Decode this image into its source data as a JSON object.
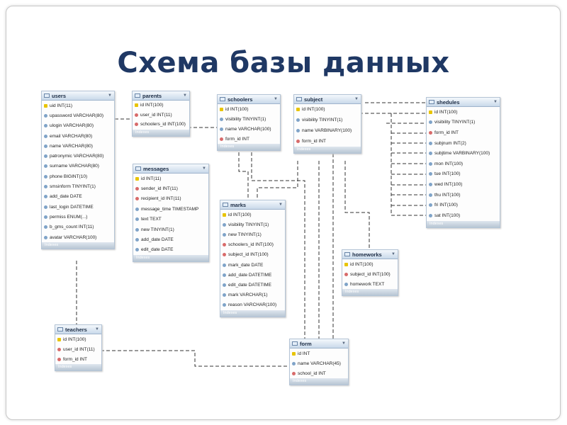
{
  "slide": {
    "title": "Схема базы данных"
  },
  "tables": {
    "users": {
      "name": "users",
      "indexes": "Indexes",
      "fields": [
        {
          "text": "uid INT(11)",
          "icon": "key-icon"
        },
        {
          "text": "upassword VARCHAR(80)",
          "icon": "column-icon"
        },
        {
          "text": "ulogin VARCHAR(80)",
          "icon": "column-icon"
        },
        {
          "text": "email VARCHAR(80)",
          "icon": "column-icon"
        },
        {
          "text": "name VARCHAR(80)",
          "icon": "column-icon"
        },
        {
          "text": "patronymic VARCHAR(80)",
          "icon": "column-icon"
        },
        {
          "text": "surname VARCHAR(80)",
          "icon": "column-icon"
        },
        {
          "text": "phone BIGINT(10)",
          "icon": "column-icon"
        },
        {
          "text": "smsinform TINYINT(1)",
          "icon": "column-icon"
        },
        {
          "text": "add_date DATE",
          "icon": "column-icon"
        },
        {
          "text": "last_login DATETIME",
          "icon": "column-icon"
        },
        {
          "text": "permiss ENUM(...)",
          "icon": "column-icon"
        },
        {
          "text": "b_gms_count INT(11)",
          "icon": "column-icon"
        },
        {
          "text": "avatar VARCHAR(100)",
          "icon": "column-icon"
        }
      ]
    },
    "parents": {
      "name": "parents",
      "indexes": "Indexes",
      "fields": [
        {
          "text": "id INT(100)",
          "icon": "key-icon"
        },
        {
          "text": "user_id INT(11)",
          "icon": "fk-icon"
        },
        {
          "text": "schoolers_id INT(100)",
          "icon": "fk-icon"
        }
      ]
    },
    "schoolers": {
      "name": "schoolers",
      "indexes": "Indexes",
      "fields": [
        {
          "text": "id INT(100)",
          "icon": "key-icon"
        },
        {
          "text": "visibility TINYINT(1)",
          "icon": "column-icon"
        },
        {
          "text": "name VARCHAR(100)",
          "icon": "column-icon"
        },
        {
          "text": "form_id INT",
          "icon": "fk-icon"
        }
      ]
    },
    "subject": {
      "name": "subject",
      "indexes": "Indexes",
      "fields": [
        {
          "text": "id INT(100)",
          "icon": "key-icon"
        },
        {
          "text": "visibility TINYINT(1)",
          "icon": "column-icon"
        },
        {
          "text": "name VARBINARY(100)",
          "icon": "column-icon"
        },
        {
          "text": "form_id INT",
          "icon": "fk-icon"
        }
      ]
    },
    "shedules": {
      "name": "shedules",
      "indexes": "Indexes",
      "fields": [
        {
          "text": "id INT(100)",
          "icon": "key-icon"
        },
        {
          "text": "visibility TINYINT(1)",
          "icon": "column-icon"
        },
        {
          "text": "form_id INT",
          "icon": "fk-icon"
        },
        {
          "text": "subjnum INT(2)",
          "icon": "column-icon"
        },
        {
          "text": "subjtime VARBINARY(100)",
          "icon": "column-icon"
        },
        {
          "text": "mon INT(100)",
          "icon": "column-icon"
        },
        {
          "text": "tue INT(100)",
          "icon": "column-icon"
        },
        {
          "text": "wed INT(100)",
          "icon": "column-icon"
        },
        {
          "text": "thu INT(100)",
          "icon": "column-icon"
        },
        {
          "text": "fri INT(100)",
          "icon": "column-icon"
        },
        {
          "text": "sat INT(100)",
          "icon": "column-icon"
        }
      ]
    },
    "messages": {
      "name": "messages",
      "indexes": "Indexes",
      "fields": [
        {
          "text": "id INT(11)",
          "icon": "key-icon"
        },
        {
          "text": "sender_id INT(11)",
          "icon": "fk-icon"
        },
        {
          "text": "recipient_id INT(11)",
          "icon": "fk-icon"
        },
        {
          "text": "message_time TIMESTAMP",
          "icon": "column-icon"
        },
        {
          "text": "text TEXT",
          "icon": "column-icon"
        },
        {
          "text": "new TINYINT(1)",
          "icon": "column-icon"
        },
        {
          "text": "add_date DATE",
          "icon": "column-icon"
        },
        {
          "text": "edit_date DATE",
          "icon": "column-icon"
        }
      ]
    },
    "marks": {
      "name": "marks",
      "indexes": "Indexes",
      "fields": [
        {
          "text": "id INT(100)",
          "icon": "key-icon"
        },
        {
          "text": "visibility TINYINT(1)",
          "icon": "column-icon"
        },
        {
          "text": "new TINYINT(1)",
          "icon": "column-icon"
        },
        {
          "text": "schoolers_id INT(100)",
          "icon": "fk-icon"
        },
        {
          "text": "subject_id INT(100)",
          "icon": "fk-icon"
        },
        {
          "text": "mark_date DATE",
          "icon": "column-icon"
        },
        {
          "text": "add_date DATETIME",
          "icon": "column-icon"
        },
        {
          "text": "edit_date DATETIME",
          "icon": "column-icon"
        },
        {
          "text": "mark VARCHAR(1)",
          "icon": "column-icon"
        },
        {
          "text": "reason VARCHAR(100)",
          "icon": "column-icon"
        }
      ]
    },
    "homeworks": {
      "name": "homeworks",
      "indexes": "Indexes",
      "fields": [
        {
          "text": "id INT(100)",
          "icon": "key-icon"
        },
        {
          "text": "subject_id INT(100)",
          "icon": "fk-icon"
        },
        {
          "text": "homework TEXT",
          "icon": "column-icon"
        }
      ]
    },
    "teachers": {
      "name": "teachers",
      "indexes": "Indexes",
      "fields": [
        {
          "text": "id INT(100)",
          "icon": "key-icon"
        },
        {
          "text": "user_id INT(11)",
          "icon": "fk-icon"
        },
        {
          "text": "form_id INT",
          "icon": "fk-icon"
        }
      ]
    },
    "form": {
      "name": "form",
      "indexes": "Indexes",
      "fields": [
        {
          "text": "id INT",
          "icon": "key-icon"
        },
        {
          "text": "name VARCHAR(45)",
          "icon": "column-icon"
        },
        {
          "text": "school_id INT",
          "icon": "fk-icon"
        }
      ]
    }
  }
}
